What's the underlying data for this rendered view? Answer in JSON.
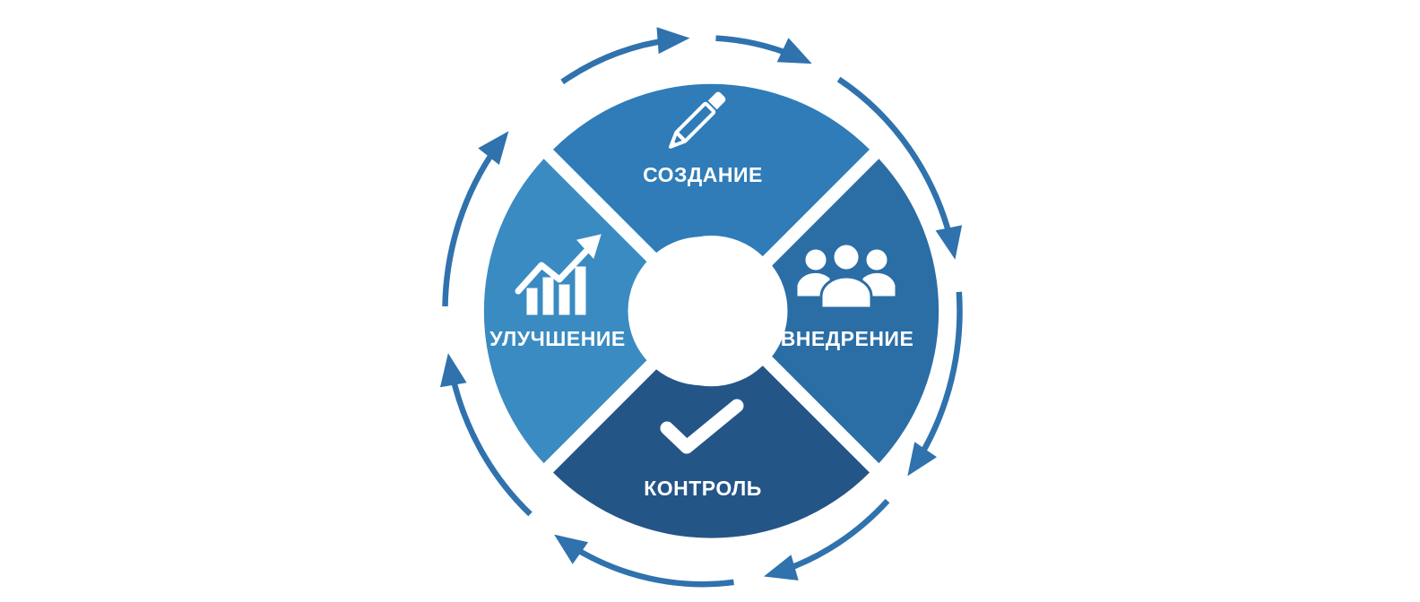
{
  "diagram": {
    "colors": {
      "background": "#ffffff",
      "arrows": "#2f72ad",
      "center": "#ffffff",
      "icon": "#ffffff",
      "label": "#ffffff"
    },
    "stages": [
      {
        "id": "create",
        "label": "СОЗДАНИЕ",
        "icon": "pencil-icon",
        "color": "#2f7cb8"
      },
      {
        "id": "implement",
        "label": "ВНЕДРЕНИЕ",
        "icon": "users-icon",
        "color": "#2b6ea6"
      },
      {
        "id": "control",
        "label": "КОНТРОЛЬ",
        "icon": "checkmark-icon",
        "color": "#245587"
      },
      {
        "id": "improve",
        "label": "УЛУЧШЕНИЕ",
        "icon": "growth-chart-icon",
        "color": "#3a8bc2"
      }
    ],
    "cycle_direction": "clockwise"
  }
}
